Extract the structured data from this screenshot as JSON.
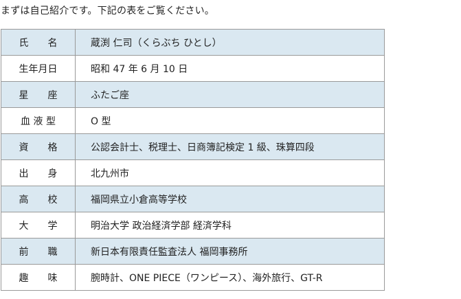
{
  "intro_text": "まずは自己紹介です。下記の表をご覧ください。",
  "profile": {
    "rows": [
      {
        "label": "氏　　名",
        "value": "蔵渕 仁司（くらぶち ひとし）"
      },
      {
        "label": "生年月日",
        "value": "昭和 47 年 6 月 10 日"
      },
      {
        "label": "星　　座",
        "value": "ふたご座"
      },
      {
        "label": "血 液 型",
        "value": "O 型"
      },
      {
        "label": "資　　格",
        "value": "公認会計士、税理士、日商簿記検定 1 級、珠算四段"
      },
      {
        "label": "出　　身",
        "value": "北九州市"
      },
      {
        "label": "高　　校",
        "value": "福岡県立小倉高等学校"
      },
      {
        "label": "大　　学",
        "value": "明治大学 政治経済学部 経済学科"
      },
      {
        "label": "前　　職",
        "value": "新日本有限責任監査法人 福岡事務所"
      },
      {
        "label": "趣　　味",
        "value": "腕時計、ONE PIECE（ワンピース）、海外旅行、GT-R"
      }
    ]
  },
  "colors": {
    "stripe": "#DAE8F1",
    "border": "#999999",
    "text": "#222222"
  }
}
